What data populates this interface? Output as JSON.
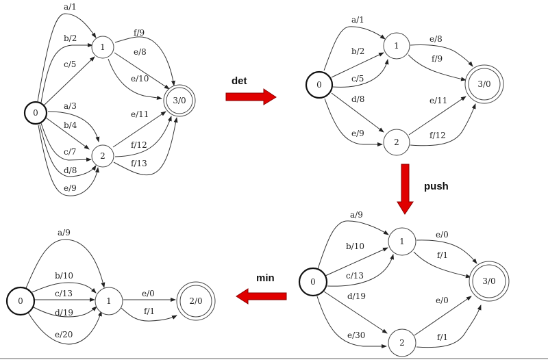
{
  "operations": {
    "det": "det",
    "push": "push",
    "min": "min"
  },
  "colors": {
    "arrow": "#e00000"
  },
  "graphs": {
    "original": {
      "states": [
        "0",
        "1",
        "2",
        "3/0"
      ],
      "final_state": "3/0",
      "edges": [
        {
          "from": "0",
          "to": "1",
          "label": "a/1"
        },
        {
          "from": "0",
          "to": "1",
          "label": "b/2"
        },
        {
          "from": "0",
          "to": "1",
          "label": "c/5"
        },
        {
          "from": "0",
          "to": "2",
          "label": "a/3"
        },
        {
          "from": "0",
          "to": "2",
          "label": "b/4"
        },
        {
          "from": "0",
          "to": "2",
          "label": "c/7"
        },
        {
          "from": "0",
          "to": "2",
          "label": "d/8"
        },
        {
          "from": "0",
          "to": "2",
          "label": "e/9"
        },
        {
          "from": "1",
          "to": "3/0",
          "label": "f/9"
        },
        {
          "from": "1",
          "to": "3/0",
          "label": "e/8"
        },
        {
          "from": "1",
          "to": "3/0",
          "label": "e/10"
        },
        {
          "from": "2",
          "to": "3/0",
          "label": "e/11"
        },
        {
          "from": "2",
          "to": "3/0",
          "label": "f/12"
        },
        {
          "from": "2",
          "to": "3/0",
          "label": "f/13"
        }
      ]
    },
    "determinized": {
      "states": [
        "0",
        "1",
        "2",
        "3/0"
      ],
      "final_state": "3/0",
      "edges": [
        {
          "from": "0",
          "to": "1",
          "label": "a/1"
        },
        {
          "from": "0",
          "to": "1",
          "label": "b/2"
        },
        {
          "from": "0",
          "to": "1",
          "label": "c/5"
        },
        {
          "from": "0",
          "to": "2",
          "label": "d/8"
        },
        {
          "from": "0",
          "to": "2",
          "label": "e/9"
        },
        {
          "from": "1",
          "to": "3/0",
          "label": "e/8"
        },
        {
          "from": "1",
          "to": "3/0",
          "label": "f/9"
        },
        {
          "from": "2",
          "to": "3/0",
          "label": "e/11"
        },
        {
          "from": "2",
          "to": "3/0",
          "label": "f/12"
        }
      ]
    },
    "pushed": {
      "states": [
        "0",
        "1",
        "2",
        "3/0"
      ],
      "final_state": "3/0",
      "edges": [
        {
          "from": "0",
          "to": "1",
          "label": "a/9"
        },
        {
          "from": "0",
          "to": "1",
          "label": "b/10"
        },
        {
          "from": "0",
          "to": "1",
          "label": "c/13"
        },
        {
          "from": "0",
          "to": "2",
          "label": "d/19"
        },
        {
          "from": "0",
          "to": "2",
          "label": "e/30"
        },
        {
          "from": "1",
          "to": "3/0",
          "label": "e/0"
        },
        {
          "from": "1",
          "to": "3/0",
          "label": "f/1"
        },
        {
          "from": "2",
          "to": "3/0",
          "label": "e/0"
        },
        {
          "from": "2",
          "to": "3/0",
          "label": "f/1"
        }
      ]
    },
    "minimized": {
      "states": [
        "0",
        "1",
        "2/0"
      ],
      "final_state": "2/0",
      "edges": [
        {
          "from": "0",
          "to": "1",
          "label": "a/9"
        },
        {
          "from": "0",
          "to": "1",
          "label": "b/10"
        },
        {
          "from": "0",
          "to": "1",
          "label": "c/13"
        },
        {
          "from": "0",
          "to": "1",
          "label": "d/19"
        },
        {
          "from": "0",
          "to": "1",
          "label": "e/20"
        },
        {
          "from": "1",
          "to": "2/0",
          "label": "e/0"
        },
        {
          "from": "1",
          "to": "2/0",
          "label": "f/1"
        }
      ]
    }
  }
}
